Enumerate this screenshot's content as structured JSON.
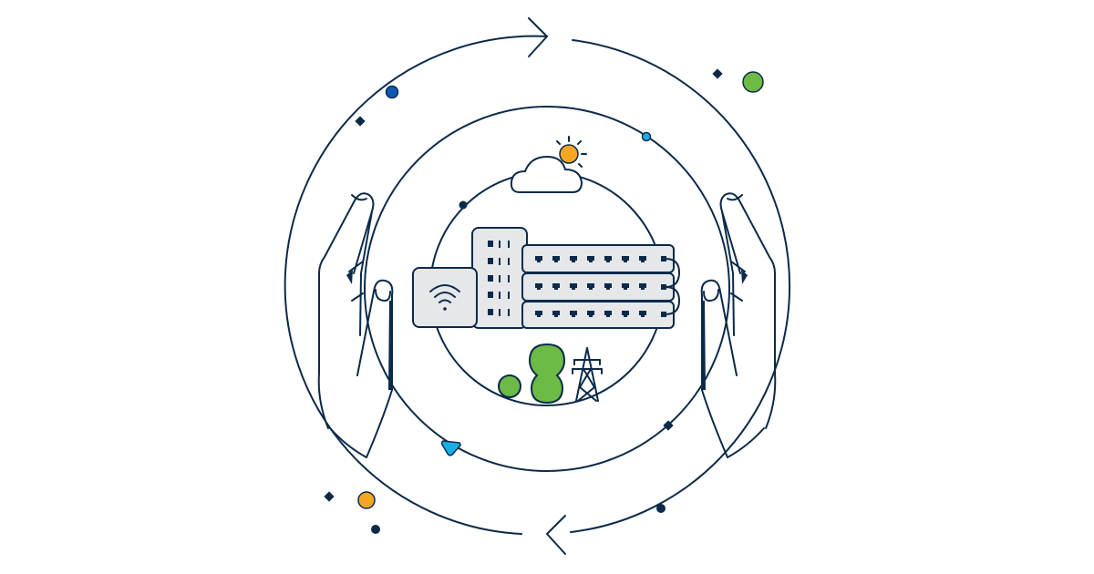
{
  "illustration": {
    "title": "Sustainable network lifecycle",
    "description": "Hands cradling network equipment (wireless access point, switch stack) inside concentric circular arrows, with cloud, sun, trees and power pylon",
    "colors": {
      "line": "#0b2a4a",
      "device_fill": "#e6e7e9",
      "green": "#6cbb45",
      "orange": "#f5a623",
      "cyan": "#1aaee5",
      "blue": "#0a59b5",
      "background": "#ffffff"
    },
    "elements": {
      "outer_ring": "circular-arrows",
      "middle_ring": "orbit-circle",
      "inner_ring": "scene-circle",
      "hands": [
        "left-hand",
        "right-hand"
      ],
      "devices": [
        "wifi-access-point",
        "server-tower",
        "switch-stack"
      ],
      "switch_stack_units": 3,
      "ports_per_switch": 8,
      "nature": [
        "cloud",
        "sun",
        "small-tree",
        "large-tree",
        "power-pylon"
      ]
    }
  }
}
